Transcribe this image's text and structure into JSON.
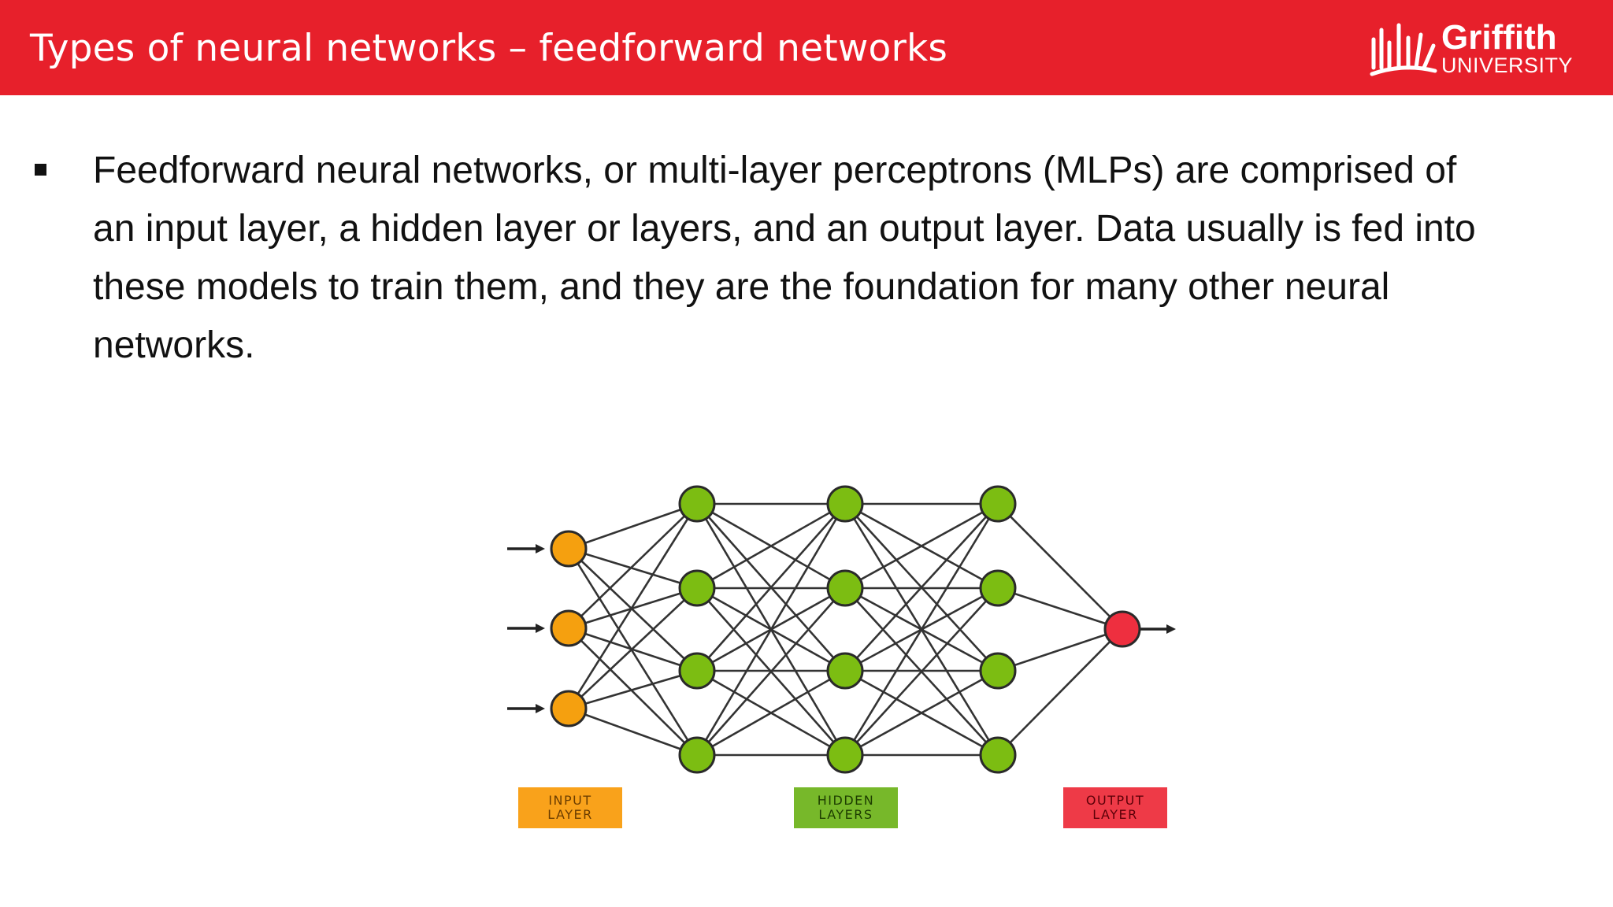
{
  "slide": {
    "title": "Types of neural networks – feedforward networks",
    "bullet_lines": [
      "Feedforward neural networks, or multi-layer perceptrons (MLPs) are comprised of",
      "an input layer, a hidden layer or layers, and an output layer. Data usually is fed into",
      "these models to train them, and they are the foundation for many other neural",
      "networks."
    ]
  },
  "logo": {
    "name": "Griffith",
    "subtitle": "UNIVERSITY"
  },
  "diagram": {
    "layers": [
      {
        "role": "input",
        "nodes": 3,
        "color": "#f5a00f"
      },
      {
        "role": "hidden",
        "nodes": 4,
        "color": "#7cbd12"
      },
      {
        "role": "hidden",
        "nodes": 4,
        "color": "#7cbd12"
      },
      {
        "role": "hidden",
        "nodes": 4,
        "color": "#7cbd12"
      },
      {
        "role": "output",
        "nodes": 1,
        "color": "#ee2f3f"
      }
    ],
    "input_arrows": 3,
    "output_arrows": 1,
    "labels": {
      "input": "INPUT\nLAYER",
      "hidden": "HIDDEN\nLAYERS",
      "output": "OUTPUT\nLAYER"
    },
    "label_colors": {
      "input_bg": "#f9a21b",
      "input_text": "#6b3d00",
      "hidden_bg": "#77b82a",
      "hidden_text": "#1d3d00",
      "output_bg": "#ee3a47",
      "output_text": "#5c0008"
    },
    "edge_color": "#333333"
  },
  "colors": {
    "header_bg": "#e7202b",
    "header_text": "#ffffff",
    "body_text": "#111111"
  }
}
